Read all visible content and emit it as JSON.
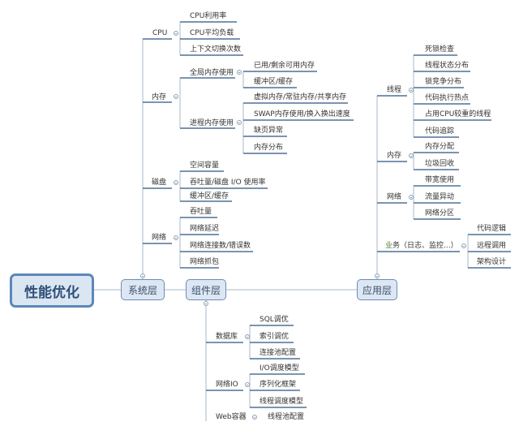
{
  "root": {
    "label": "性能优化"
  },
  "main_nodes": {
    "system": {
      "label": "系统层"
    },
    "component": {
      "label": "组件层"
    },
    "application": {
      "label": "应用层"
    }
  },
  "system": {
    "cpu": {
      "label": "CPU",
      "children": [
        "CPU利用率",
        "CPU平均负载",
        "上下文切换次数"
      ]
    },
    "memory": {
      "label": "内存",
      "global": {
        "label": "全局内存使用",
        "children": [
          "已用/剩余可用内存",
          "缓冲区/缓存"
        ]
      },
      "process": {
        "label": "进程内存使用",
        "children": [
          "虚拟内存/常驻内存/共享内存",
          "SWAP内存使用/换入换出速度",
          "缺页异常",
          "内存分布"
        ]
      }
    },
    "disk": {
      "label": "磁盘",
      "children": [
        "空间容量",
        "吞吐量/磁盘 I/O 使用率",
        "缓冲区/缓存"
      ]
    },
    "network": {
      "label": "网络",
      "children": [
        "吞吐量",
        "网络延迟",
        "网络连接数/错误数",
        "网络抓包"
      ]
    }
  },
  "application": {
    "thread": {
      "label": "线程",
      "children": [
        "死锁检查",
        "线程状态分布",
        "锁竞争分布",
        "代码执行热点",
        "占用CPU较重的线程",
        "代码追踪"
      ]
    },
    "memory": {
      "label": "内存",
      "children": [
        "内存分配",
        "垃圾回收"
      ]
    },
    "network": {
      "label": "网络",
      "children": [
        "带宽使用",
        "流量异动",
        "网络分区"
      ]
    },
    "business": {
      "label": "业务（日志、监控...）",
      "label_prefix": "业",
      "label_rest": "务（日志、监控...）",
      "children": [
        "代码逻辑",
        "远程调用",
        "架构设计"
      ]
    }
  },
  "component": {
    "database": {
      "label": "数据库",
      "children": [
        "SQL调优",
        "索引调优",
        "连接池配置"
      ]
    },
    "network_io": {
      "label": "网络IO",
      "children": [
        "I/O调度模型",
        "序列化框架",
        "线程调度模型"
      ]
    },
    "web_container": {
      "label": "Web容器",
      "children": [
        "线程池配置"
      ]
    }
  },
  "colors": {
    "line": "#a8b8c8",
    "underline": "#4f7099",
    "root_fill": "#dbe6f3",
    "root_border": "#5d87b8",
    "node_fill": "#dde7f3",
    "node_border": "#6a8db6"
  }
}
